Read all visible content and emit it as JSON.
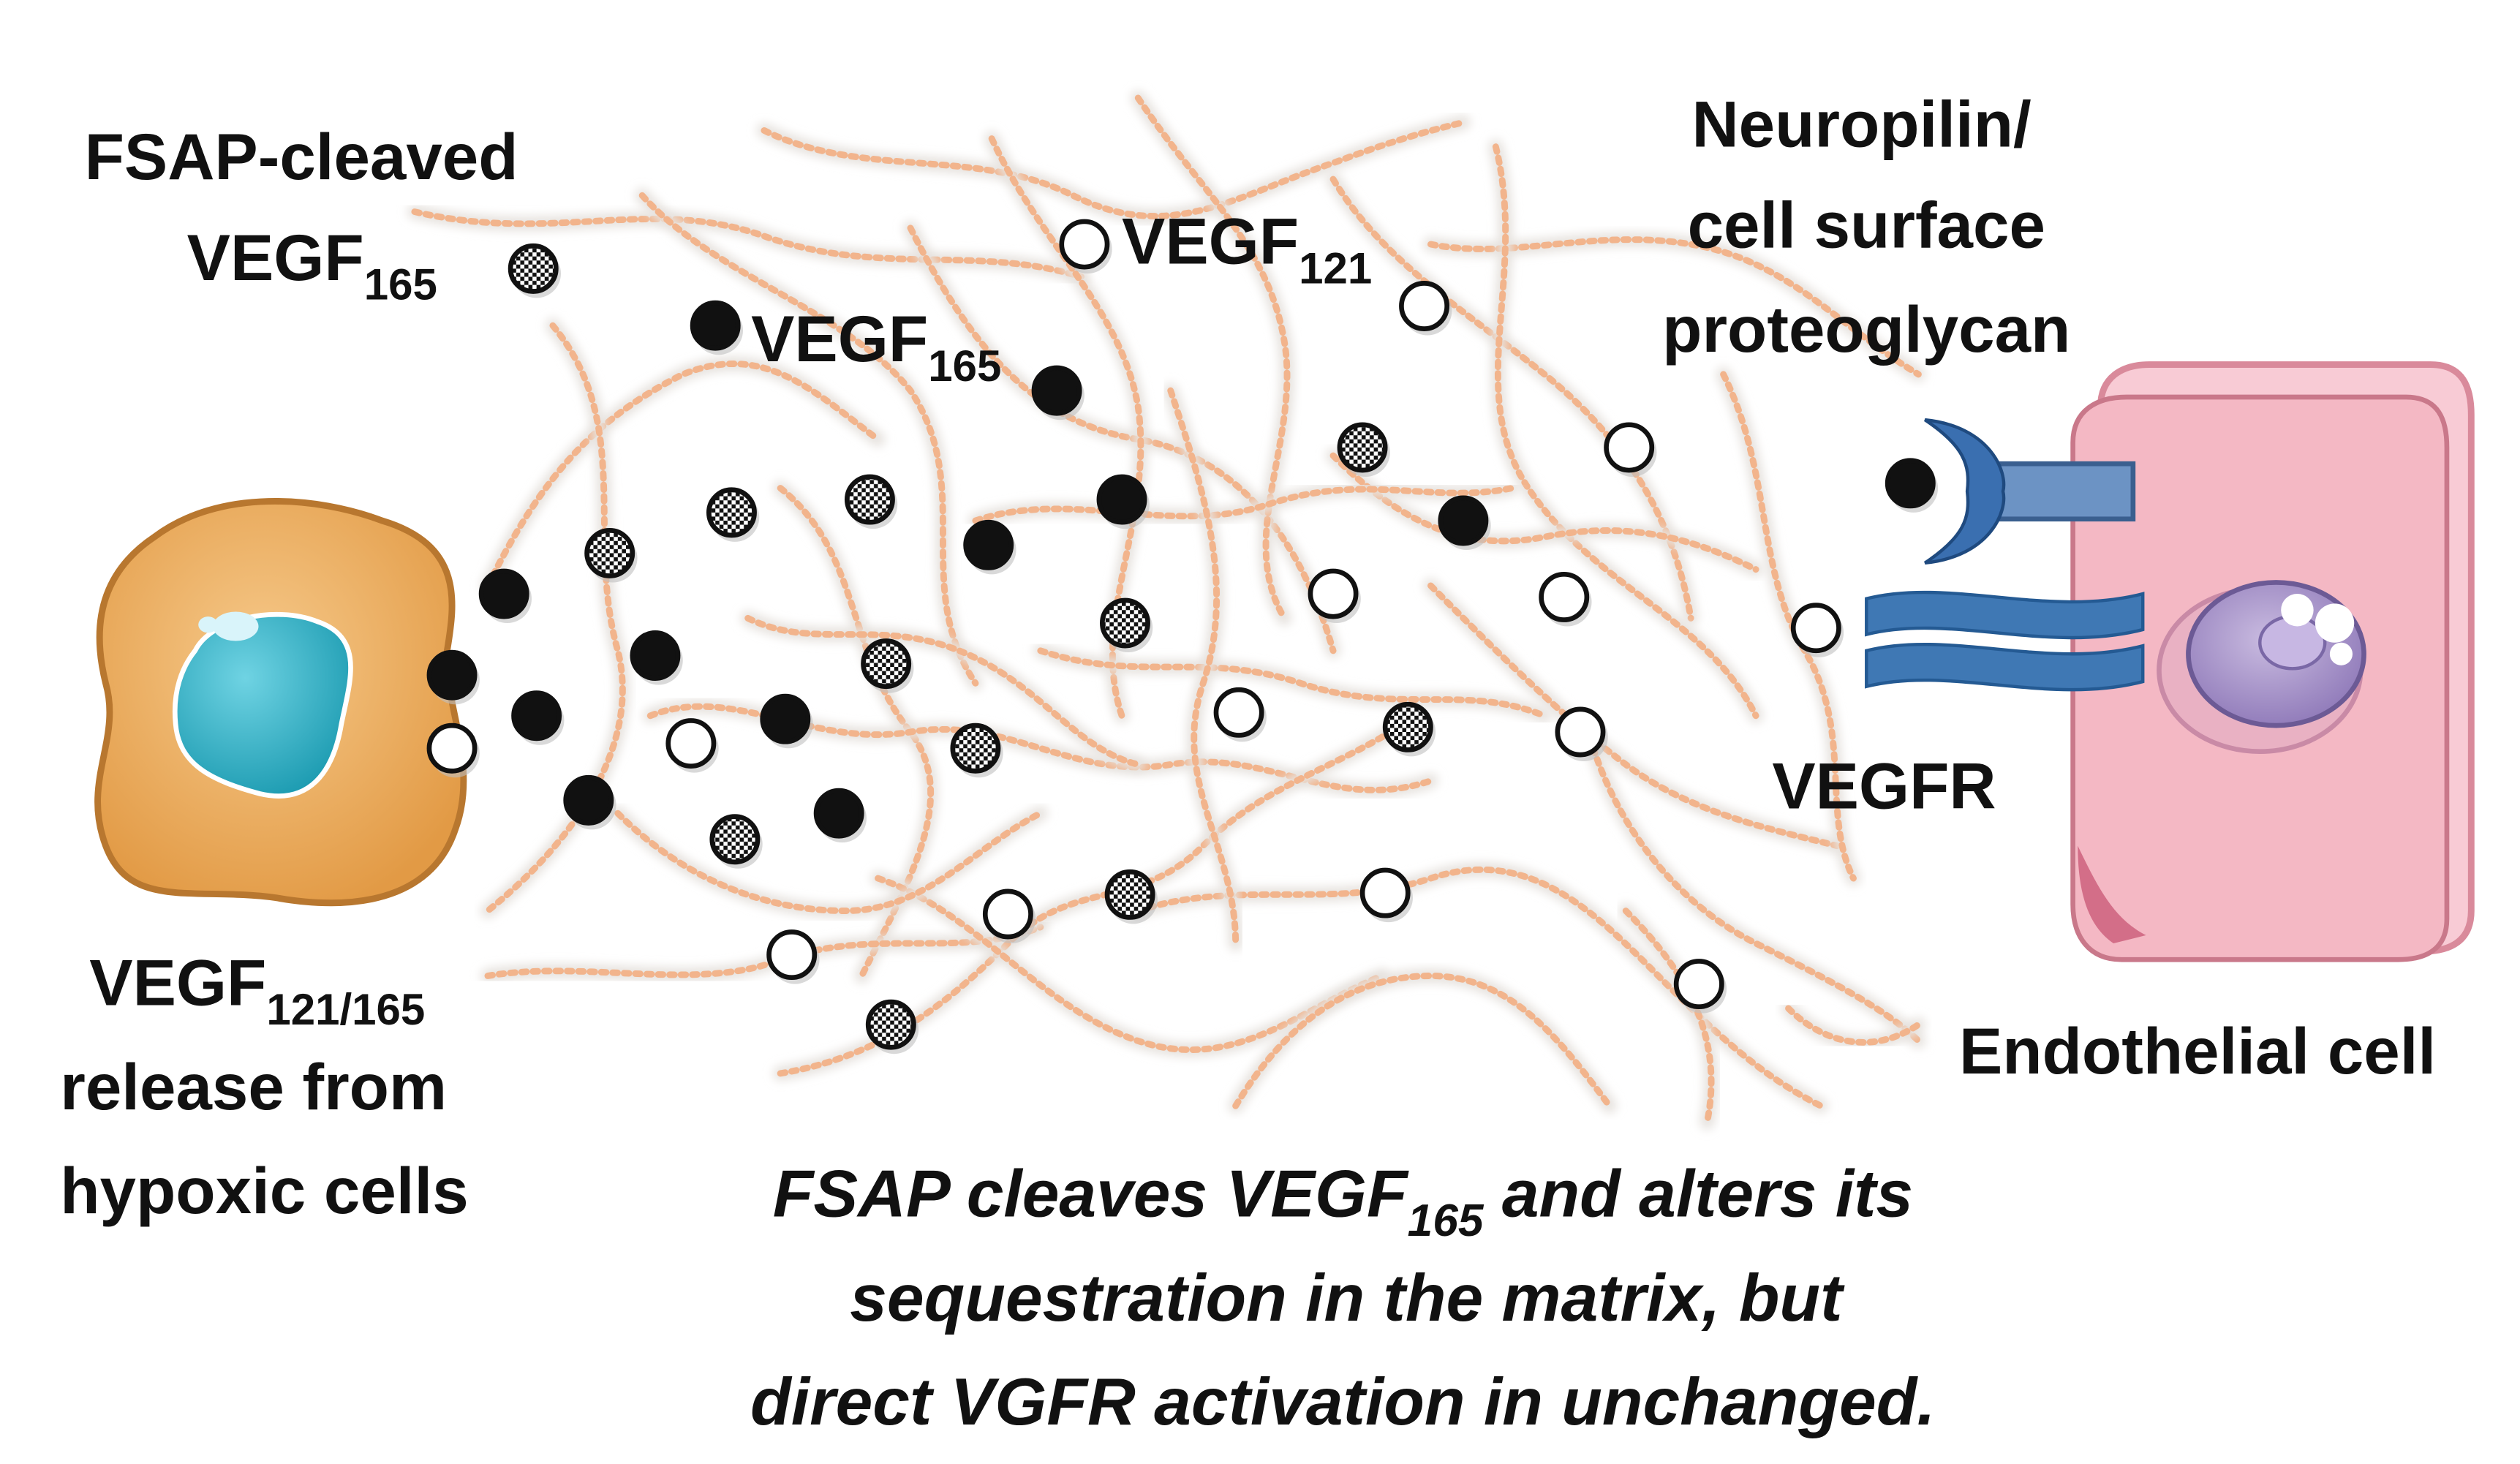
{
  "colors": {
    "fiber": "#F2B48C",
    "fiber_glow": "#E6E2DE",
    "tumor_cell": "#E29A45",
    "tumor_cell_light": "#F6C98A",
    "tumor_nucleus": "#1C9BB1",
    "endothelial_cell": "#F4B8C4",
    "endothelial_edge": "#D98A9B",
    "cell_nucleus": "#8E78B8",
    "receptor": "#3F78B4",
    "neuropilin": "#3A6FB0",
    "dot_black": "#111111",
    "dot_white": "#FFFFFF"
  },
  "labels": {
    "fsap_cleaved": {
      "line1": "FSAP-cleaved",
      "line2": "VEGF",
      "sub": "165"
    },
    "vegf165": {
      "main": "VEGF",
      "sub": "165"
    },
    "vegf121": {
      "main": "VEGF",
      "sub": "121"
    },
    "neuropilin": {
      "line1": "Neuropilin/",
      "line2": "cell surface",
      "line3": "proteoglycan"
    },
    "vegfr": "VEGFR",
    "endothelial": "Endothelial cell",
    "release": {
      "main": "VEGF",
      "sub": "121/165",
      "line2": "release from",
      "line3": "hypoxic cells"
    },
    "caption": {
      "line1_a": "FSAP cleaves VEGF",
      "line1_sub": "165",
      "line1_b": " and alters its",
      "line2": "sequestration in the matrix, but",
      "line3": "direct VGFR activation in unchanged."
    }
  },
  "icons": {
    "tumor": "hypoxic-cell-icon",
    "endothelial": "endothelial-cell-icon",
    "receptor": "vegfr-receptor-icon",
    "coreceptor": "neuropilin-receptor-icon"
  }
}
